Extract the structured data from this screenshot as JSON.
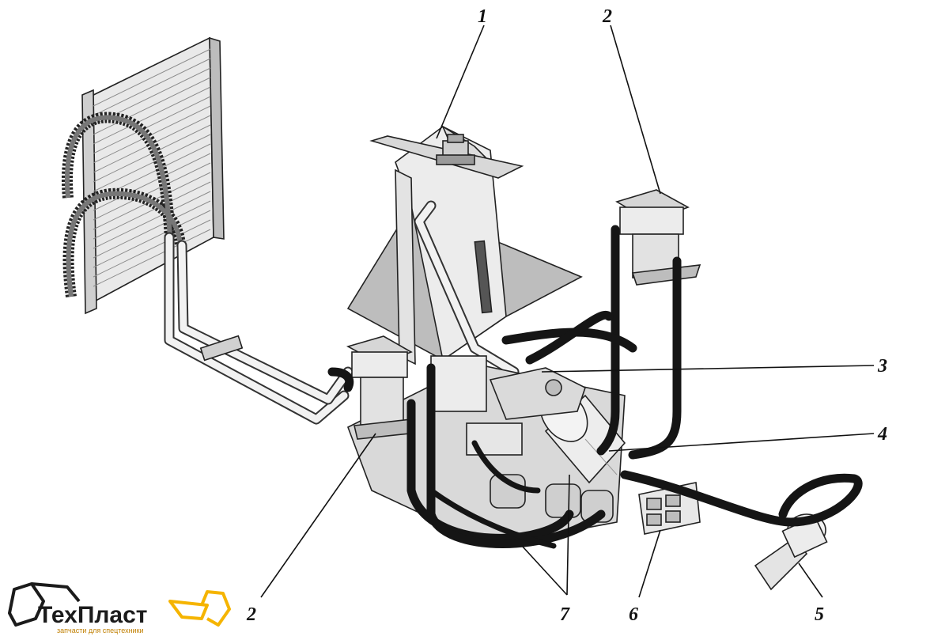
{
  "callouts": {
    "c1": "1",
    "c2_top": "2",
    "c3": "3",
    "c4": "4",
    "c2_bottom": "2",
    "c7": "7",
    "c6": "6",
    "c5": "5"
  },
  "logo": {
    "name_part1": "Тех",
    "name_part2": "Пласт",
    "tagline": "запчасти для спецтехники"
  },
  "colors": {
    "line_art": "#111111",
    "hose": "#151515",
    "logo_accent": "#f5b400"
  }
}
